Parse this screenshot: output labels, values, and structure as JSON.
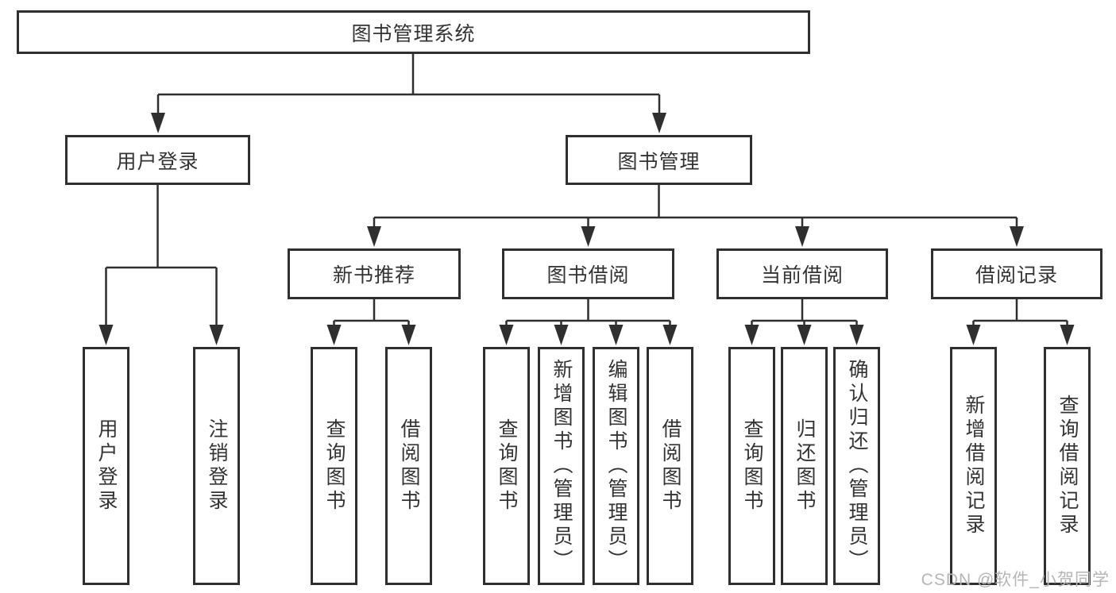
{
  "diagram": {
    "type": "tree-diagram",
    "root": {
      "label": "图书管理系统"
    },
    "branches": [
      {
        "label": "用户登录",
        "children": [
          {
            "label": "用户登录"
          },
          {
            "label": "注销登录"
          }
        ]
      },
      {
        "label": "图书管理",
        "sections": [
          {
            "label": "新书推荐",
            "children": [
              {
                "label": "查询图书"
              },
              {
                "label": "借阅图书"
              }
            ]
          },
          {
            "label": "图书借阅",
            "children": [
              {
                "label": "查询图书"
              },
              {
                "label": "新增图书（管理员）"
              },
              {
                "label": "编辑图书（管理员）"
              },
              {
                "label": "借阅图书"
              }
            ]
          },
          {
            "label": "当前借阅",
            "children": [
              {
                "label": "查询图书"
              },
              {
                "label": "归还图书"
              },
              {
                "label": "确认归还（管理员）"
              }
            ]
          },
          {
            "label": "借阅记录",
            "children": [
              {
                "label": "新增借阅记录"
              },
              {
                "label": "查询借阅记录"
              }
            ]
          }
        ]
      }
    ]
  },
  "watermark": {
    "text": "CSDN @软件_小贺同学"
  },
  "colors": {
    "line": "#2f2f2f",
    "box_border": "#2f2f2f",
    "text": "#333333",
    "watermark": "#b5b5b5",
    "background": "#ffffff"
  }
}
